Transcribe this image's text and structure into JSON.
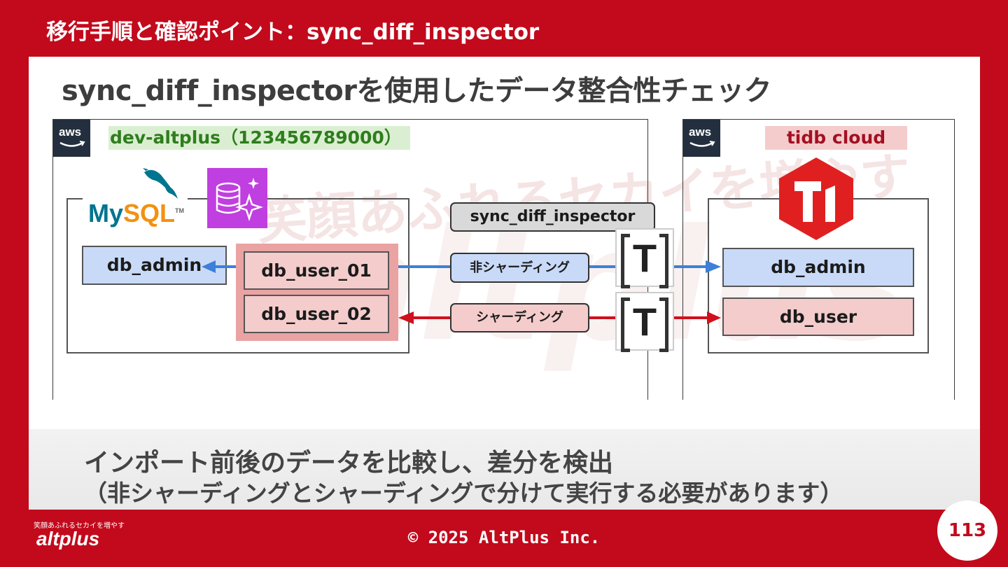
{
  "header": {
    "title": "移行手順と確認ポイント：sync_diff_inspector"
  },
  "slide": {
    "title": "sync_diff_inspectorを使用したデータ整合性チェック",
    "watermark": {
      "tagline": "笑顔あふれるセカイを増やす",
      "brand": "altplus"
    }
  },
  "source": {
    "cloud_badge": "aws",
    "account_label": "dev-altplus（123456789000）",
    "mysql_logo": {
      "text_blue": "My",
      "text_orange": "SQL",
      "tm": "TM"
    },
    "db_admin": "db_admin",
    "db_user_01": "db_user_01",
    "db_user_02": "db_user_02"
  },
  "tool": {
    "name": "sync_diff_inspector",
    "non_sharding": "非シャーディング",
    "sharding": "シャーディング",
    "t_glyph": "T"
  },
  "target": {
    "cloud_badge": "aws",
    "label": "tidb cloud",
    "db_admin": "db_admin",
    "db_user": "db_user"
  },
  "summary": {
    "line1": "インポート前後のデータを比較し、差分を検出",
    "line2": "（非シャーディングとシャーディングで分けて実行する必要があります）"
  },
  "footer": {
    "copyright": "© 2025 AltPlus Inc.",
    "page_number": "113",
    "logo_text": "altplus",
    "logo_tagline": "笑顔あふれるセカイを増やす"
  },
  "colors": {
    "brand_red": "#c20a1c",
    "arrow_blue": "#3d7fd9",
    "arrow_red": "#d0101c",
    "db_blue": "#c9daf8",
    "db_pink": "#f4cccc",
    "rds_purple": "#c03fe0",
    "tidb_red": "#e02020"
  },
  "icons": [
    "aws-logo-icon",
    "mysql-dolphin-icon",
    "aurora-database-icon",
    "tidb-logo-icon",
    "text-t-icon"
  ]
}
